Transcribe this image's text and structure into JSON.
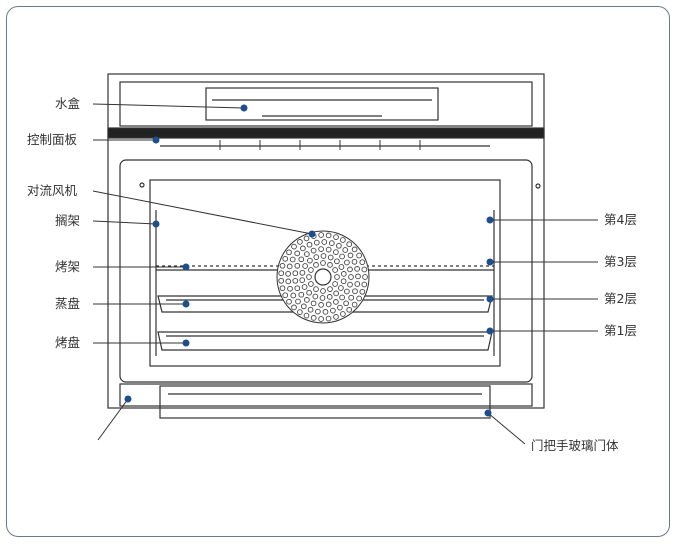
{
  "diagram": {
    "labels_left": {
      "water_box": "水盒",
      "control_panel": "控制面板",
      "fan": "对流风机",
      "rack_support": "搁架",
      "baking_rack": "烤架",
      "steam_tray": "蒸盘",
      "baking_tray": "烤盘"
    },
    "labels_right": {
      "layer4": "第4层",
      "layer3": "第3层",
      "layer2": "第2层",
      "layer1": "第1层"
    },
    "door_label": "门把手玻璃门体"
  },
  "colors": {
    "line": "#333333",
    "marker": "#1f4e8c",
    "frame": "#6b7a86"
  }
}
